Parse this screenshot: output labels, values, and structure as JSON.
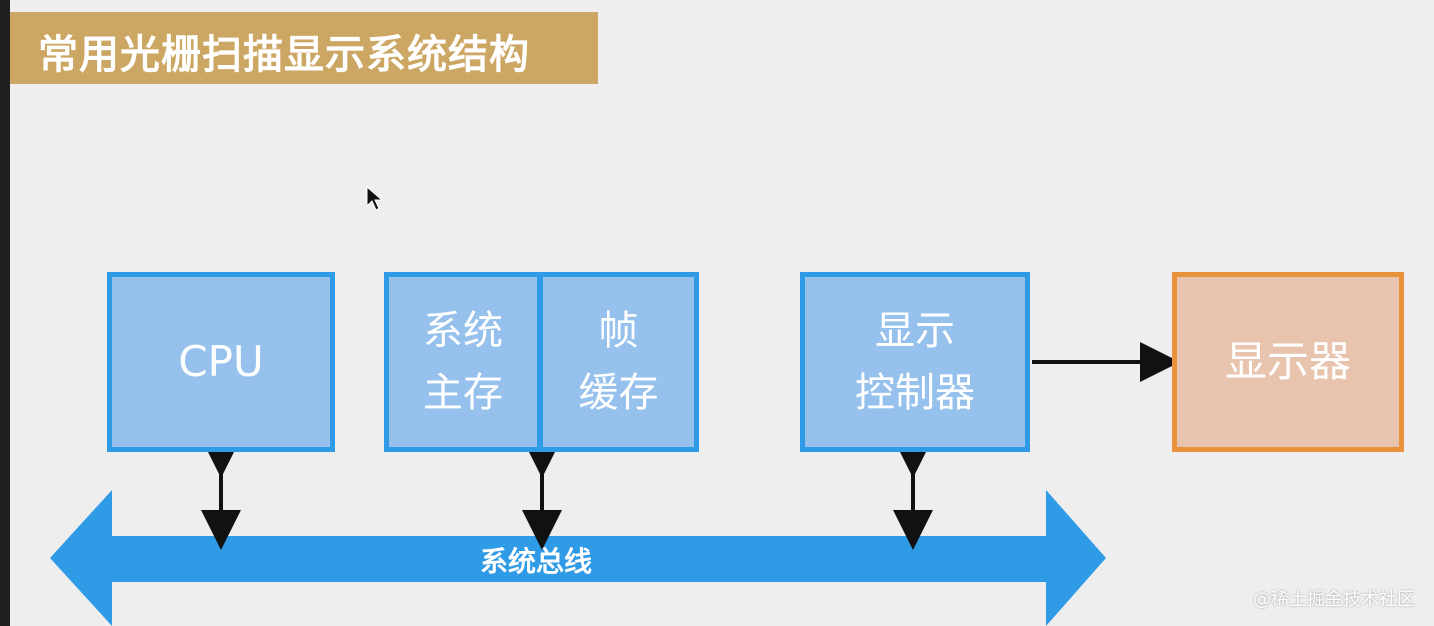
{
  "title": "常用光栅扫描显示系统结构",
  "boxes": {
    "cpu": "CPU",
    "system_memory": "系统\n主存",
    "frame_buffer": "帧\n缓存",
    "display_controller": "显示\n控制器",
    "display": "显示器"
  },
  "bus": {
    "label": "系统总线"
  },
  "credit": "@稀土掘金技术社区",
  "colors": {
    "box_fill": "#96c1ec",
    "box_border": "#2f9ae6",
    "display_fill": "#e8c4ae",
    "display_border": "#e8923c",
    "bus": "#2f9ae6",
    "title_banner": "#cca663",
    "arrow": "#111111"
  },
  "icons": {
    "cursor": "mouse-pointer-icon"
  }
}
